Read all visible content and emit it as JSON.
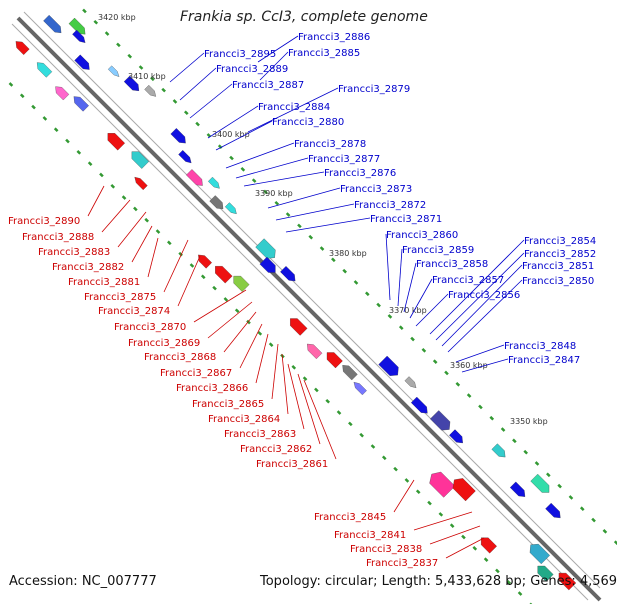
{
  "header": {
    "title": "Frankia sp. CcI3, complete genome"
  },
  "footer": {
    "accession": "Accession: NC_007777",
    "topology": "Topology: circular; Length: 5,433,628 bp; Genes: 4,569"
  },
  "colors": {
    "forward_gene": "#1010e0",
    "reverse_gene": "#ee1111",
    "top_label": "#0000cc",
    "bottom_label": "#cc0000",
    "backbone": "#666666",
    "tick": "#339933"
  },
  "kbp_ticks": [
    "3420 kbp",
    "3410 kbp",
    "3400 kbp",
    "3390 kbp",
    "3380 kbp",
    "3370 kbp",
    "3360 kbp",
    "3350 kbp"
  ],
  "top_labels": [
    "Francci3_2886",
    "Francci3_2895",
    "Francci3_2885",
    "Francci3_2889",
    "Francci3_2887",
    "Francci3_2879",
    "Francci3_2884",
    "Francci3_2880",
    "Francci3_2878",
    "Francci3_2877",
    "Francci3_2876",
    "Francci3_2873",
    "Francci3_2872",
    "Francci3_2871",
    "Francci3_2860",
    "Francci3_2859",
    "Francci3_2858",
    "Francci3_2857",
    "Francci3_2856",
    "Francci3_2854",
    "Francci3_2852",
    "Francci3_2851",
    "Francci3_2850",
    "Francci3_2848",
    "Francci3_2847"
  ],
  "bottom_labels": [
    "Francci3_2890",
    "Francci3_2888",
    "Francci3_2883",
    "Francci3_2882",
    "Francci3_2881",
    "Francci3_2875",
    "Francci3_2874",
    "Francci3_2870",
    "Francci3_2869",
    "Francci3_2868",
    "Francci3_2867",
    "Francci3_2866",
    "Francci3_2865",
    "Francci3_2864",
    "Francci3_2863",
    "Francci3_2862",
    "Francci3_2861",
    "Francci3_2845",
    "Francci3_2841",
    "Francci3_2838",
    "Francci3_2837"
  ]
}
